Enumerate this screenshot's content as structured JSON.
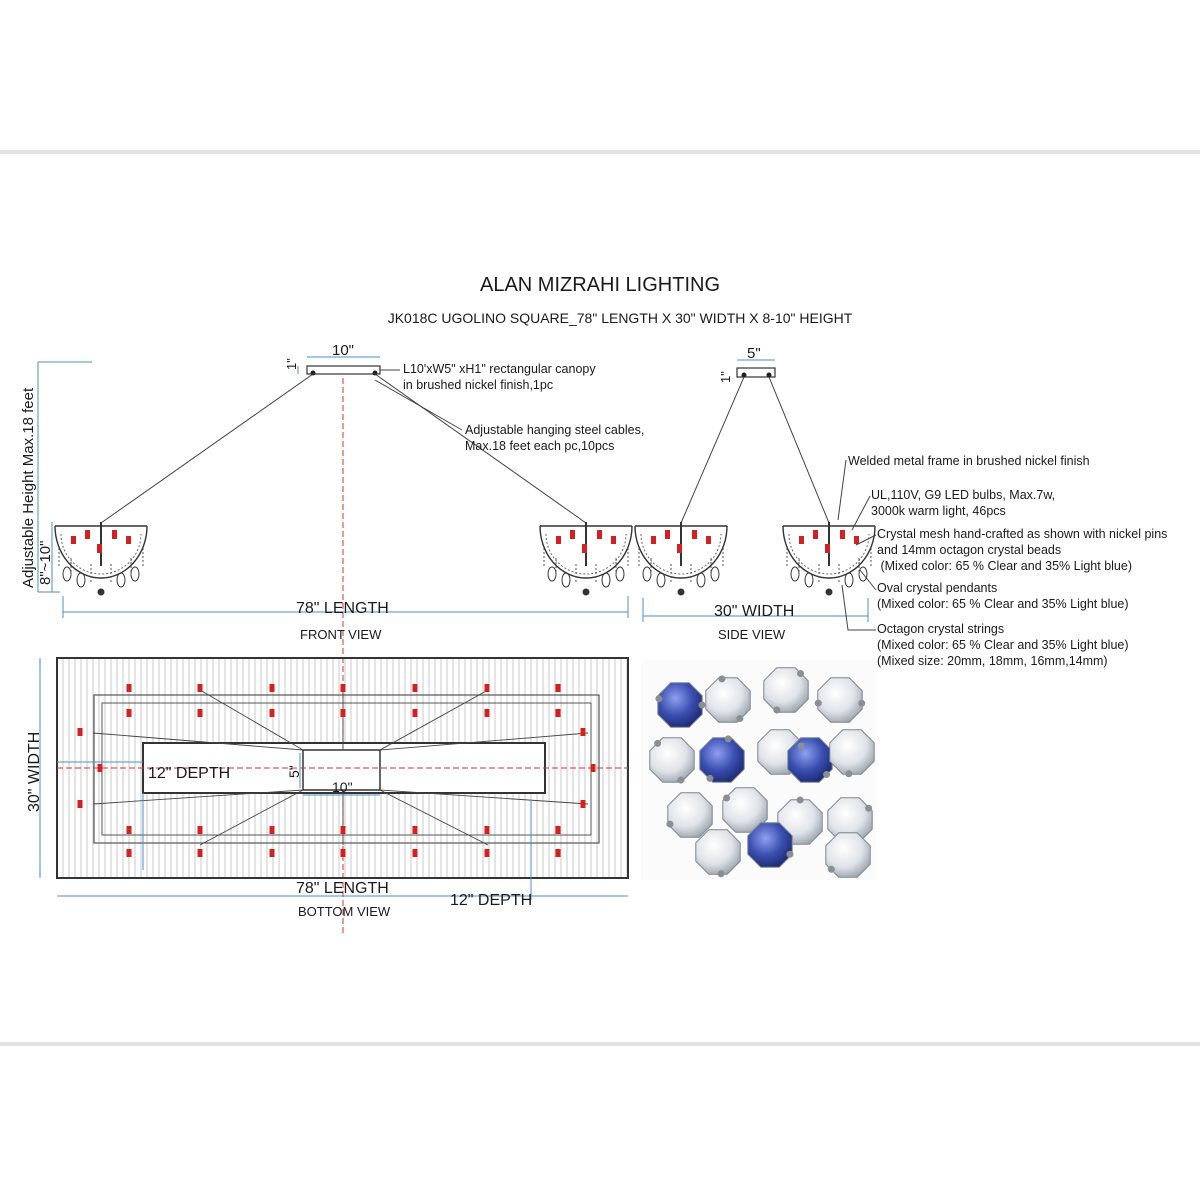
{
  "brand": "ALAN MIZRAHI LIGHTING",
  "product": "JK018C UGOLINO SQUARE_78\" LENGTH X 30\" WIDTH X 8-10\" HEIGHT",
  "front_view": {
    "label": "FRONT VIEW",
    "length": "78\" LENGTH",
    "canopy_width": "10\"",
    "canopy_height": "1\"",
    "adjustable_height": "Adjustable Height Max.18 feet",
    "body_height": "8\"~10\""
  },
  "side_view": {
    "label": "SIDE VIEW",
    "width": "30\" WIDTH",
    "canopy_width": "5\"",
    "canopy_height": "1\""
  },
  "bottom_view": {
    "label": "BOTTOM VIEW",
    "length": "78\" LENGTH",
    "width": "30\" WIDTH",
    "depth_inner": "12\" DEPTH",
    "depth_outer": "12\" DEPTH",
    "canopy_w": "10\"",
    "canopy_h": "5\""
  },
  "notes": {
    "canopy": [
      "L10'xW5\" xH1\" rectangular canopy",
      "in brushed nickel finish,1pc"
    ],
    "cables": [
      "Adjustable hanging steel cables,",
      "Max.18 feet each pc,10pcs"
    ],
    "frame": [
      "Welded metal frame in brushed nickel finish"
    ],
    "bulbs": [
      "UL,110V, G9 LED bulbs, Max.7w,",
      "3000k warm light, 46pcs"
    ],
    "mesh": [
      "Crystal mesh hand-crafted as shown with nickel pins",
      "and 14mm octagon crystal beads",
      " (Mixed color: 65 % Clear and 35% Light blue)"
    ],
    "oval": [
      "Oval crystal pendants",
      "(Mixed color: 65 % Clear and 35% Light blue)"
    ],
    "strings": [
      "Octagon crystal strings",
      "(Mixed color: 65 % Clear and 35% Light blue)",
      "(Mixed size: 20mm, 18mm, 16mm,14mm)"
    ]
  },
  "colors": {
    "dimension_line": "#4a90c8",
    "center_line": "#e03030",
    "bulb": "#d42020",
    "crystal_blue": "#3a4fb0"
  }
}
